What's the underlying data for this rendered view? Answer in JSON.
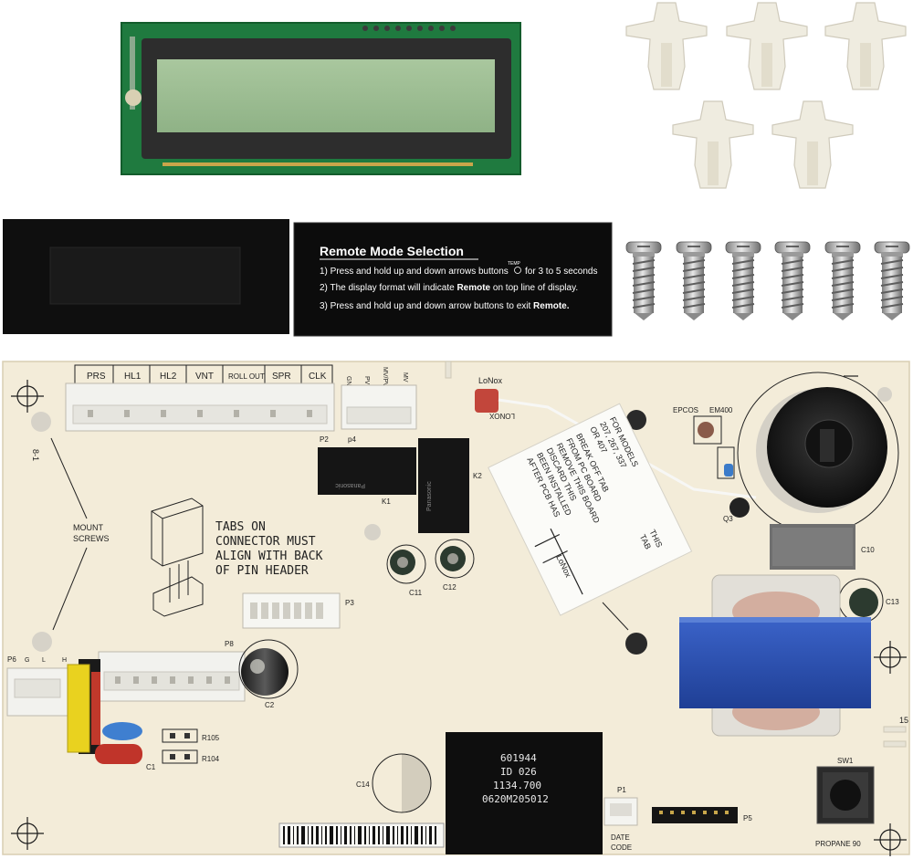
{
  "card": {
    "title": "Remote Mode Selection",
    "line1_a": "1) Press and hold up and down arrows buttons",
    "line1_b": "for 3 to 5 seconds",
    "temp_label": "TEMP",
    "line2_a": "2) The display format will indicate",
    "line2_bold": "Remote",
    "line2_b": "on top line of display.",
    "line3_a": "3) Press and hold up and down arrow buttons to exit",
    "line3_bold": "Remote."
  },
  "board": {
    "connector_labels": [
      "PRS",
      "HL1",
      "HL2",
      "VNT",
      "ROLL OUT",
      "SPR",
      "CLK"
    ],
    "p4_labels": [
      "GND",
      "PV",
      "MV/PV",
      "MV"
    ],
    "p2": "P2",
    "p4": "p4",
    "p3": "P3",
    "p8": "P8",
    "p6": "P6",
    "p6_pins": [
      "G",
      "L",
      "H"
    ],
    "k1": "K1",
    "k2": "K2",
    "relay_brand": "Panasonic",
    "mount_screws": [
      "MOUNT",
      "SCREWS"
    ],
    "hole_ref": "8-1",
    "tabs_note": [
      "TABS ON",
      "CONNECTOR MUST",
      "ALIGN WITH BACK",
      "OF PIN HEADER"
    ],
    "c11": "C11",
    "c12": "C12",
    "c13": "C13",
    "c10": "C10",
    "c14": "C14",
    "c2": "C2",
    "c1": "C1",
    "r105": "R105",
    "r104": "R104",
    "lonox_top": "LoNox",
    "lonox_plug": "LONOX",
    "epcos": "EPCOS",
    "em400": "EM400",
    "q3": "Q3",
    "p1": "P1",
    "p5": "P5",
    "sw1": "SW1",
    "date_code": [
      "DATE",
      "CODE"
    ],
    "propane": "PROPANE 90",
    "side_num": "15",
    "chip_lines": [
      "601944",
      "ID 026",
      "1134.700",
      "0620M205012"
    ]
  },
  "tag": {
    "lines": [
      "FOR MODELS",
      "207, 267, 337",
      "OR 407",
      "BREAK OFF TAB",
      "FROM PC BOARD",
      "REMOVE THIS BOARD",
      "DISCARD THIS",
      "BEEN INSTALLED",
      "AFTER PCB HAS"
    ],
    "side_a": "THIS",
    "side_b": "TAB",
    "lonox": "LoNox"
  }
}
